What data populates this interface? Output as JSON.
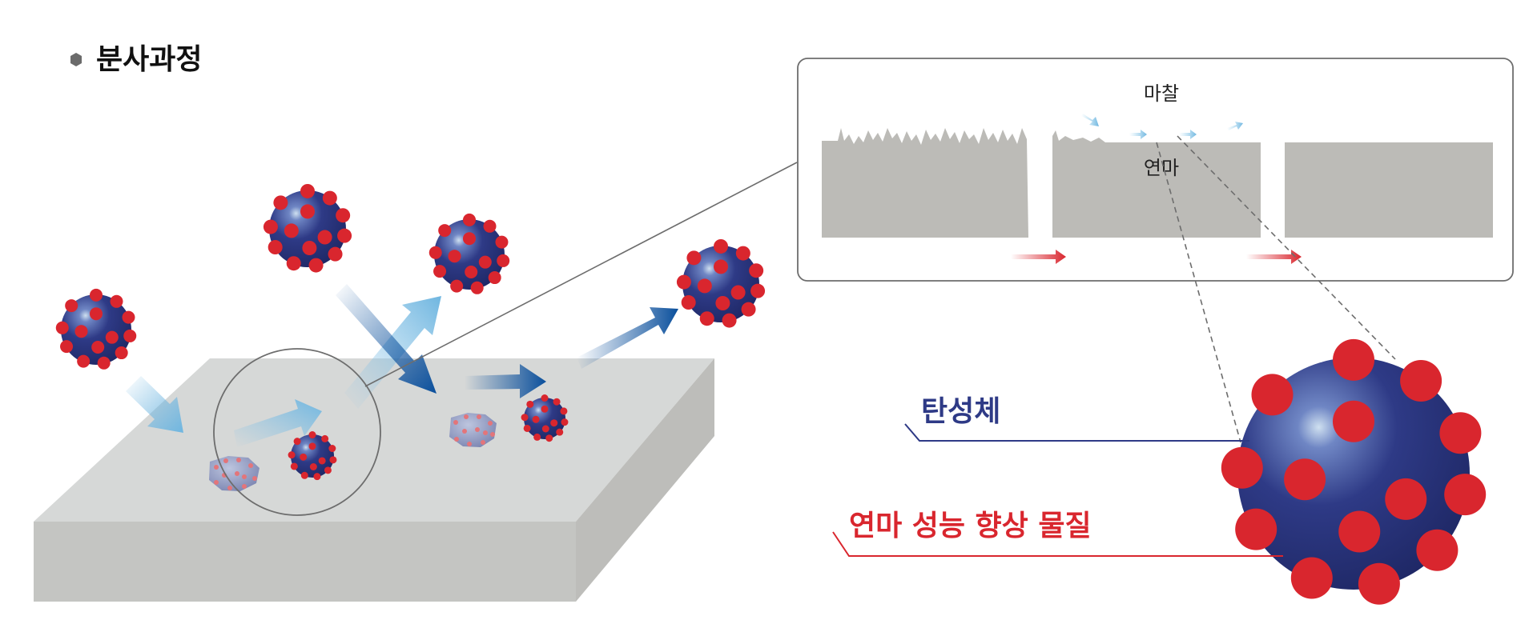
{
  "title": "분사과정",
  "inset": {
    "top_label": "마찰",
    "bottom_label": "연마"
  },
  "legend": {
    "elastomer": "탄성체",
    "abrasive": "연마 성능 향상 물질"
  },
  "colors": {
    "navy": "#2e3a86",
    "red": "#d9262e",
    "arrow_light": "#6fb6e0",
    "arrow_dark": "#0a4f9c",
    "surface_top": "#d6d7d6",
    "surface_side": "#bdbdba",
    "inset_block": "#bcbbb7",
    "line": "#6d6d6d"
  }
}
